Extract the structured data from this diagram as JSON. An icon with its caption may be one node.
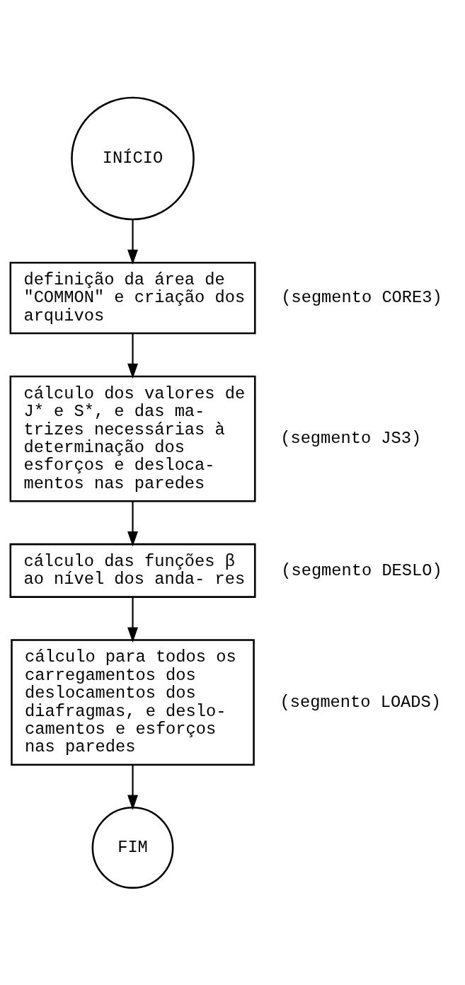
{
  "diagram": {
    "nodes": [
      {
        "text": [
          "INÍCIO"
        ]
      },
      {
        "text": [
          "definição da área de \"COMMON\" e criação dos arquivos"
        ],
        "beside": [
          "(segmento CORE3)"
        ]
      },
      {
        "text": [
          "cálculo dos valores de J* e S*, e das ma- trizes necessárias à determinação dos esforços e desloca- mentos nas paredes"
        ],
        "beside": [
          "(segmento JS3)"
        ]
      },
      {
        "text": [
          "cálculo das funções β ao nível dos anda- res"
        ],
        "beside": [
          "(segmento DESLO)"
        ]
      },
      {
        "text": [
          "cálculo para todos os carregamentos dos deslocamentos dos diafragmas, e deslo- camentos e esforços nas paredes"
        ],
        "beside": [
          "(segmento LOADS)"
        ]
      },
      {
        "text": [
          "FIM"
        ]
      }
    ],
    "edges": [
      {
        "from": 0,
        "to": 1,
        "arrow": "to"
      },
      {
        "from": 1,
        "to": 2,
        "arrow": "to"
      },
      {
        "from": 2,
        "to": 3,
        "arrow": "to"
      },
      {
        "from": 3,
        "to": 4,
        "arrow": "to"
      },
      {
        "from": 4,
        "to": 5,
        "arrow": "to"
      }
    ]
  }
}
